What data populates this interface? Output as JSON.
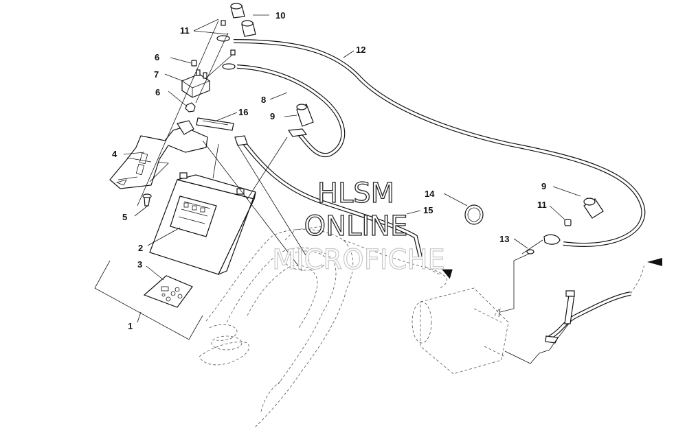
{
  "callouts": [
    {
      "id": "c1",
      "text": "1"
    },
    {
      "id": "c2",
      "text": "2"
    },
    {
      "id": "c3",
      "text": "3"
    },
    {
      "id": "c4",
      "text": "4"
    },
    {
      "id": "c5",
      "text": "5"
    },
    {
      "id": "c6a",
      "text": "6"
    },
    {
      "id": "c6b",
      "text": "6"
    },
    {
      "id": "c7",
      "text": "7"
    },
    {
      "id": "c8",
      "text": "8"
    },
    {
      "id": "c9a",
      "text": "9"
    },
    {
      "id": "c9b",
      "text": "9"
    },
    {
      "id": "c10",
      "text": "10"
    },
    {
      "id": "c11a",
      "text": "11"
    },
    {
      "id": "c11b",
      "text": "11"
    },
    {
      "id": "c12",
      "text": "12"
    },
    {
      "id": "c13",
      "text": "13"
    },
    {
      "id": "c14",
      "text": "14"
    },
    {
      "id": "c15",
      "text": "15"
    },
    {
      "id": "c16",
      "text": "16"
    }
  ],
  "watermark": {
    "line1": "HLSM",
    "line2": "ONLINE",
    "line3": "MICROFICHE"
  }
}
